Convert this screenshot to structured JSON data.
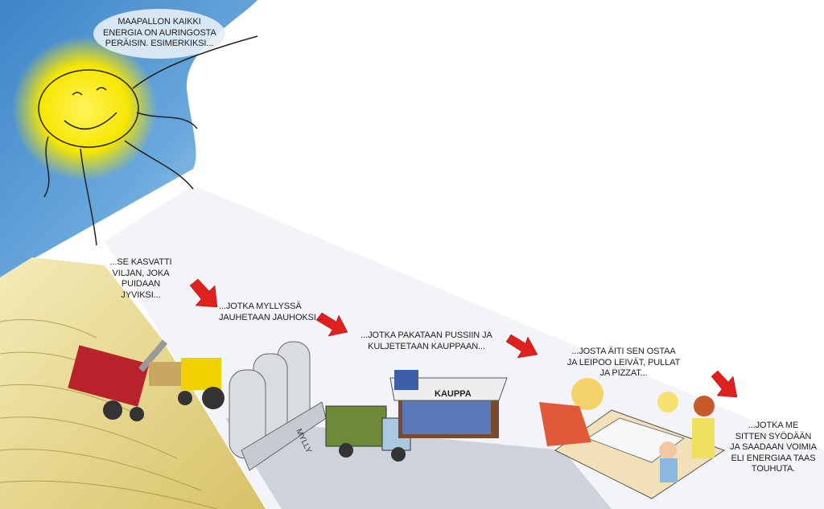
{
  "colors": {
    "sky": "#4a8fd0",
    "field": "#e9d98a",
    "sun": "#f7e600",
    "arrow": "#e0201c",
    "shadow": "#6f7a8c"
  },
  "sun_bubble": [
    "MAAPALLON KAIKKI",
    "ENERGIA ON AURINGOSTA",
    "PERÄISIN. ESIMERKIKSI..."
  ],
  "step_grain": [
    "...SE KASVATTI",
    "VILJAN, JOKA",
    "PUIDAAN",
    "JYVIKSI..."
  ],
  "step_mill": [
    "...JOTKA MYLLYSSÄ",
    "JAUHETAAN JAUHOKSI..."
  ],
  "step_shop": [
    "...JOTKA PAKATAAN PUSSIIN JA",
    "KULJETETAAN KAUPPAAN..."
  ],
  "step_mother": [
    "...JOSTA ÄITI SEN OSTAA",
    "JA LEIPOO LEIVÄT, PULLAT",
    "JA PIZZAT..."
  ],
  "step_eat": [
    "...JOTKA ME",
    "SITTEN SYÖDÄÄN",
    "JA SAADAAN VOIMIA",
    "ELI ENERGIAA TAAS",
    "TOUHUTA."
  ],
  "labels": {
    "shop_sign": "KAUPPA",
    "mill_sign": "MYLLY"
  }
}
